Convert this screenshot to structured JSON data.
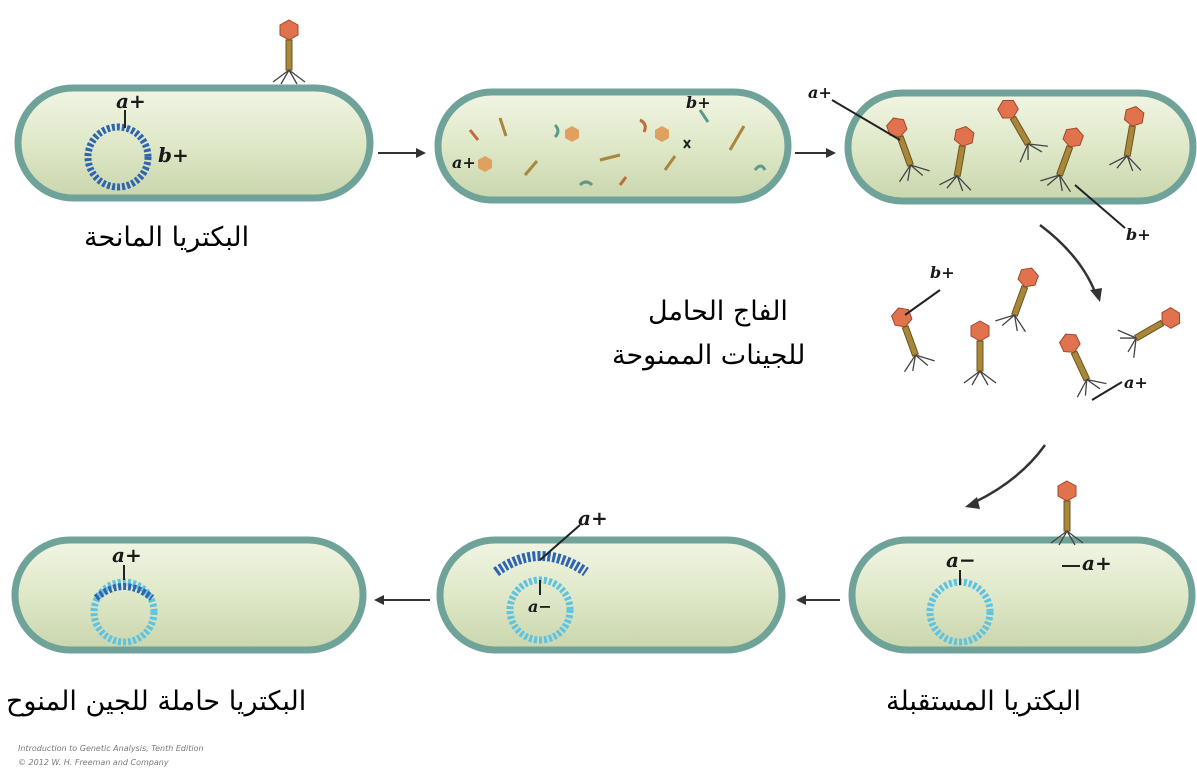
{
  "labels": {
    "donor_bacterium": "البكتريا المانحة",
    "phage_line1": "الفاج الحامل",
    "phage_line2": "للجينات الممنوحة",
    "recipient_bacterium": "البكتريا المستقبلة",
    "transduced_bacterium": "البكتريا حاملة للجين المنوح"
  },
  "genes": {
    "a_plus": "a+",
    "b_plus": "b+",
    "a_minus": "a−"
  },
  "credit": {
    "line1": "Introduction to Genetic Analysis, Tenth Edition",
    "line2": "© 2012 W. H. Freeman and Company"
  },
  "colors": {
    "cell_fill": "#dfe8c8",
    "cell_stroke": "#6fa39a",
    "donor_plasmid": "#2f64b0",
    "recipient_plasmid": "#5fc3e0",
    "phage_head": "#e0734e",
    "phage_tail": "#a8863a",
    "arrow": "#333333"
  },
  "icons": [
    "bacterium-cell",
    "bacteriophage-icon",
    "plasmid-ring",
    "arrow-right",
    "arrow-left",
    "curved-arrow-down"
  ]
}
